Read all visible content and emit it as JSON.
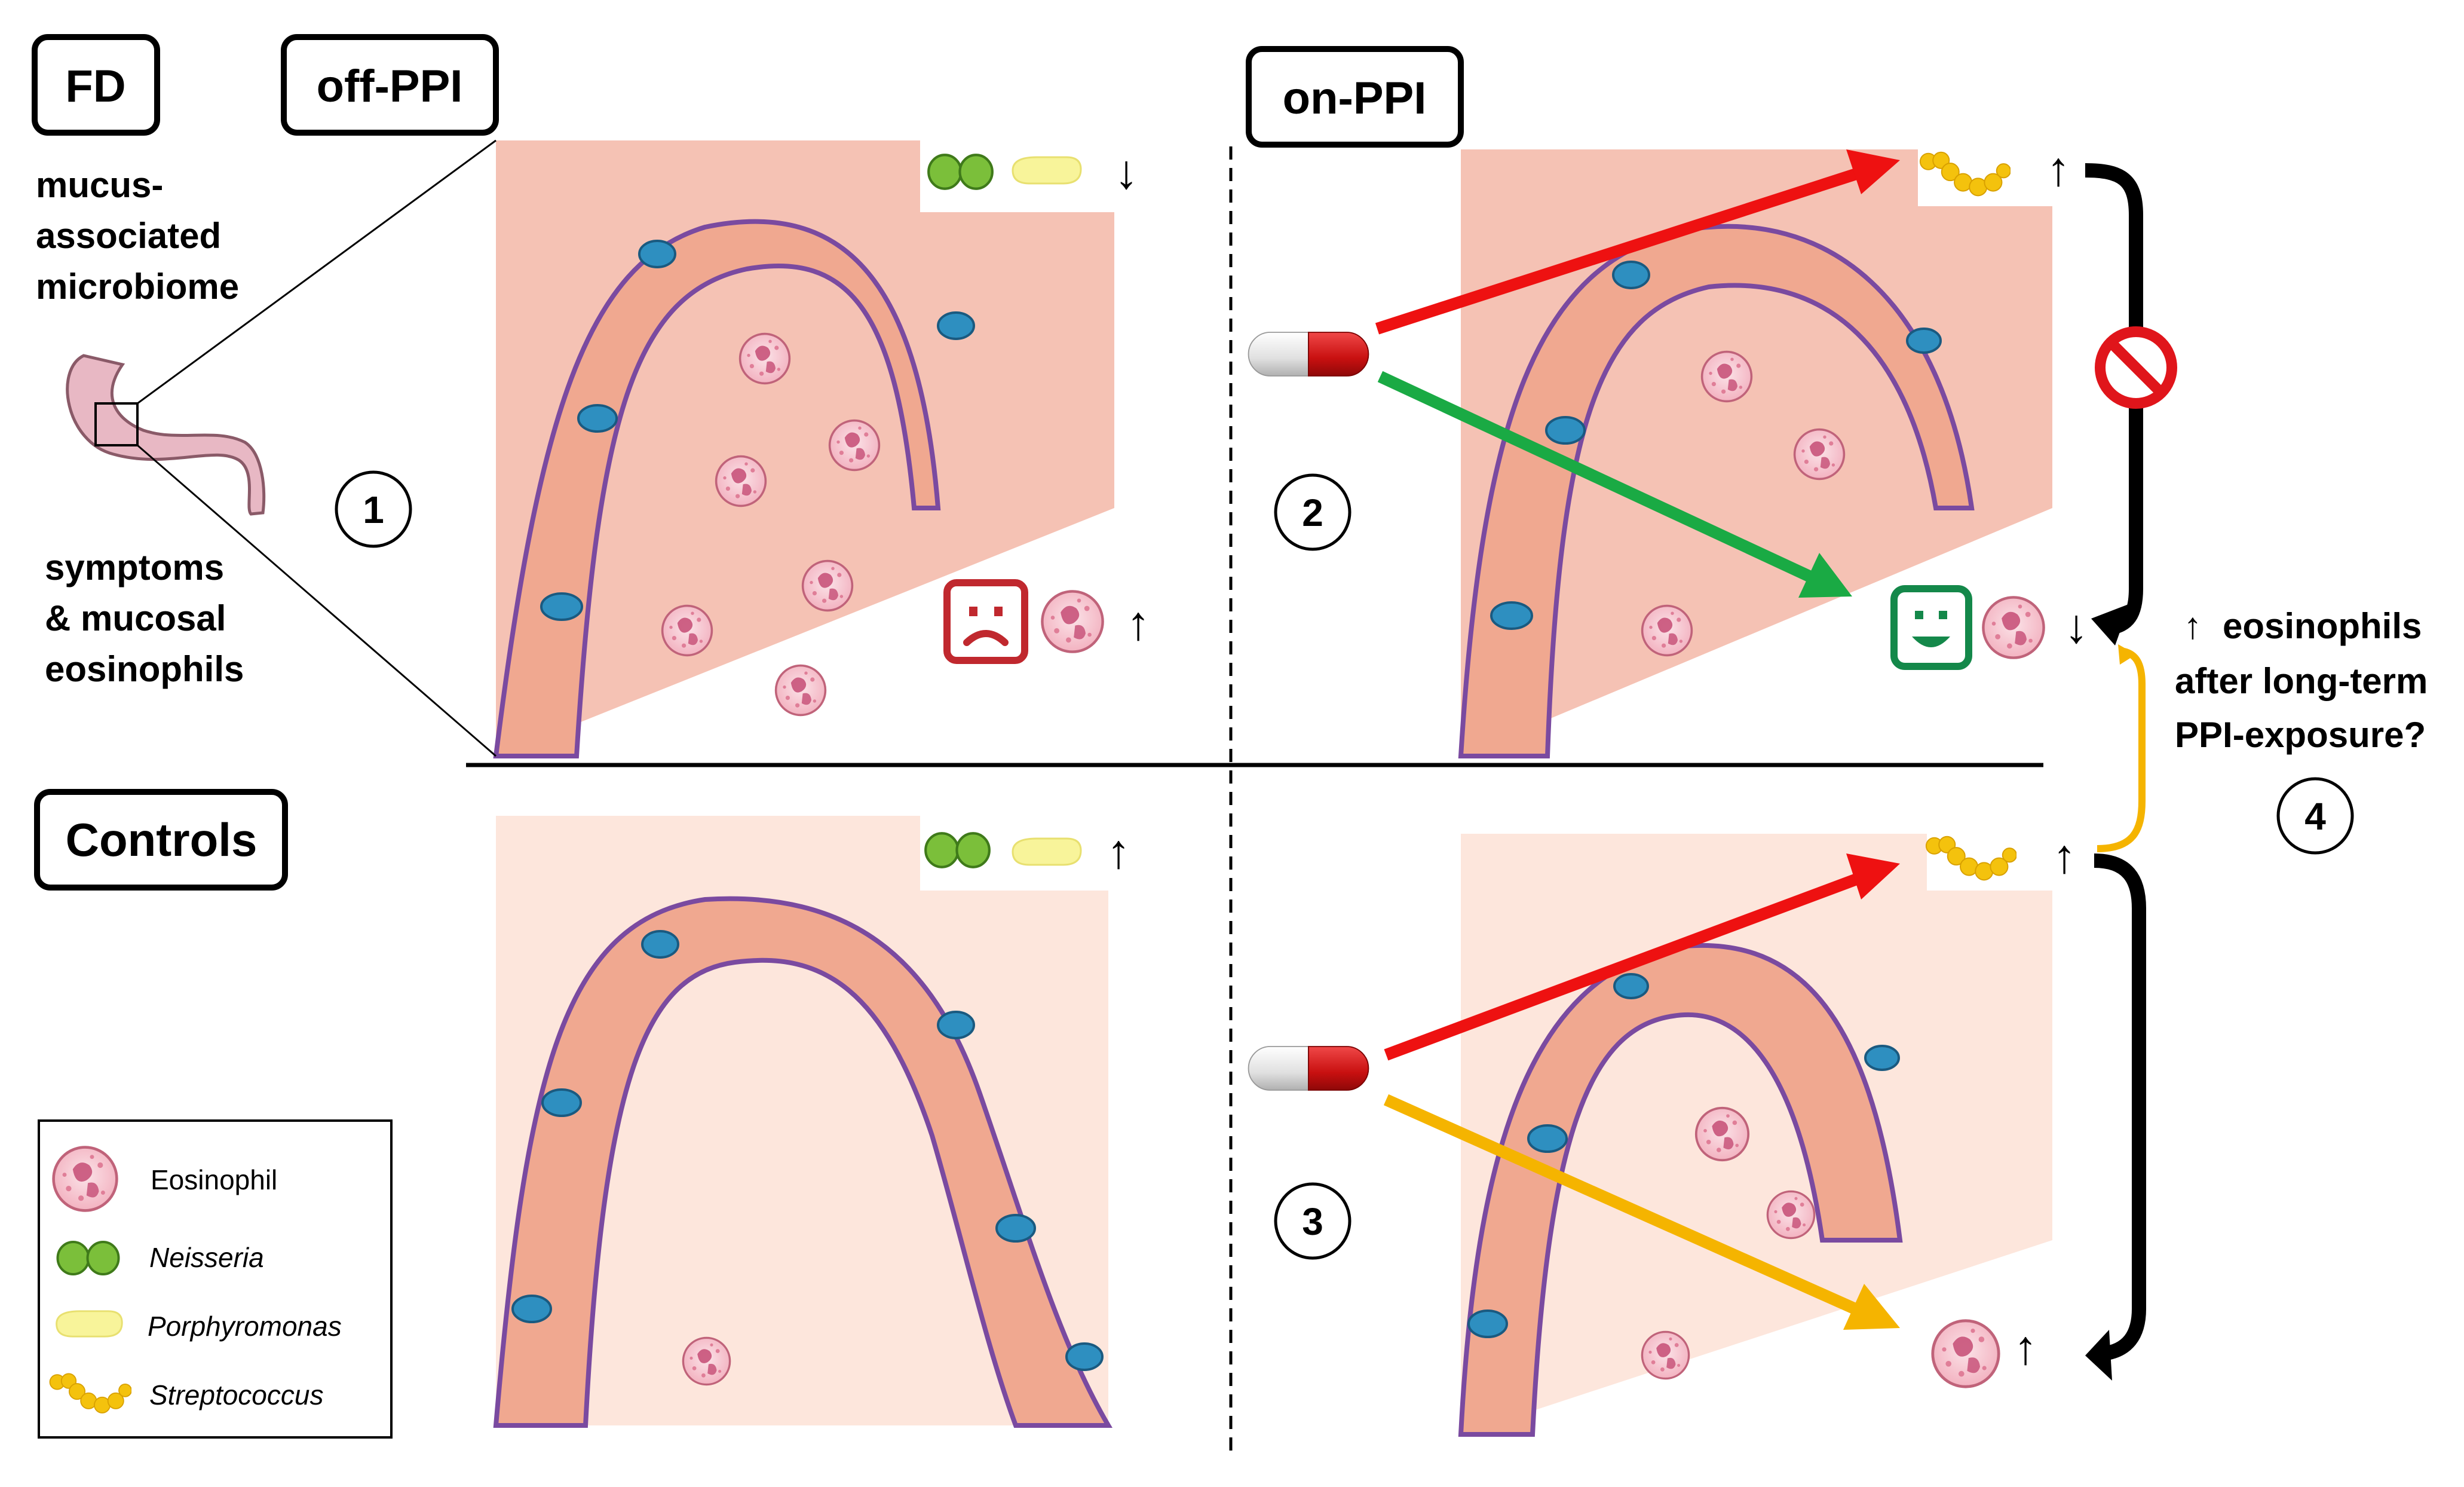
{
  "labels": {
    "fd": "FD",
    "off_ppi": "off-PPI",
    "on_ppi": "on-PPI",
    "controls": "Controls",
    "mucus_line1": "mucus-",
    "mucus_line2": "associated",
    "mucus_line3": "microbiome",
    "symptoms_line1": "symptoms",
    "symptoms_line2": "& mucosal",
    "symptoms_line3": "eosinophils",
    "question_line1": "eosinophils",
    "question_line2": "after long-term",
    "question_line3": "PPI-exposure?"
  },
  "markers": {
    "one": "1",
    "two": "2",
    "three": "3",
    "four": "4"
  },
  "arrows": {
    "up": "↑",
    "down": "↓"
  },
  "legend": {
    "eosinophil": "Eosinophil",
    "neisseria": "Neisseria",
    "porphyromonas": "Porphyromonas",
    "streptococcus": "Streptococcus"
  },
  "colors": {
    "tissue_bg_fd": "#f5c2b4",
    "tissue_bg_ctrl": "#fde6dc",
    "cell_fill": "#f0a890",
    "goblet_blue": "#2e8fc0",
    "pill_red": "#d81e1e",
    "arrow_red": "#ee1111",
    "arrow_green": "#1aaa44",
    "arrow_orange": "#f5b400",
    "sad_face": "#c0282e",
    "happy_face": "#14884a",
    "neisseria": "#7bbf3a",
    "porphyromonas": "#f8f49a",
    "streptococcus": "#f4c20d",
    "no_sign": "#e0151b"
  },
  "icons": [
    "sad-face-icon",
    "happy-face-icon",
    "pill-icon",
    "no-entry-icon",
    "stomach-icon"
  ]
}
